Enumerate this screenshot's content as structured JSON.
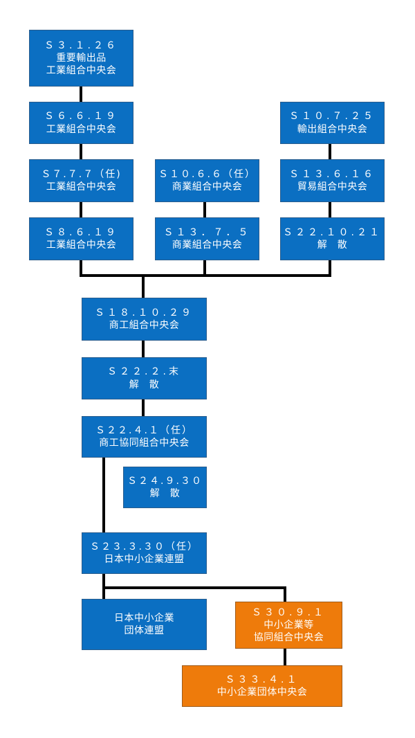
{
  "boxes": {
    "b_s3_1_26": {
      "line1": "Ｓ３.１.２６",
      "line2": "重要輸出品",
      "line3": "工業組合中央会"
    },
    "b_s6_6_19": {
      "line1": "Ｓ６.６.１９",
      "line2": "工業組合中央会"
    },
    "b_s7_7_7": {
      "line1": "Ｓ７.７.７（任)",
      "line2": "工業組合中央会"
    },
    "b_s8_6_19": {
      "line1": "Ｓ８.６.１９",
      "line2": "工業組合中央会"
    },
    "b_s10_6_6": {
      "line1": "Ｓ１０.６.６（任）",
      "line2": "商業組合中央会"
    },
    "b_s13_7_5": {
      "line1": "Ｓ１３．７．５",
      "line2": "商業組合中央会"
    },
    "b_s10_7_25": {
      "line1": "Ｓ１０.７.２５",
      "line2": "輸出組合中央会"
    },
    "b_s13_6_16": {
      "line1": "Ｓ１３.６.１６",
      "line2": "貿易組合中央会"
    },
    "b_s22_10_21": {
      "line1": "Ｓ２２.１０.２１",
      "line2": "解　散"
    },
    "b_s18_10_29": {
      "line1": "Ｓ１８.１０.２９",
      "line2": "商工組合中央会"
    },
    "b_s22_2_end": {
      "line1": "Ｓ２２.２.末",
      "line2": "解　散"
    },
    "b_s22_4_1": {
      "line1": "Ｓ２２.４.１（任）",
      "line2": "商工協同組合中央会"
    },
    "b_s24_9_30": {
      "line1": "Ｓ２４.９.３０",
      "line2": "解　散"
    },
    "b_s23_3_30": {
      "line1": "Ｓ２３.３.３０（任）",
      "line2": "日本中小企業連盟"
    },
    "b_nihon_dantai": {
      "line1": "日本中小企業",
      "line2": "団体連盟"
    },
    "b_s30_9_1": {
      "line1": "Ｓ３０.９.１",
      "line2": "中小企業等",
      "line3": "協同組合中央会"
    },
    "b_s33_4_1": {
      "line1": "Ｓ３３.４.１",
      "line2": "中小企業団体中央会"
    }
  },
  "colors": {
    "blue": "#0b6fc2",
    "orange": "#ee7b0b",
    "connector": "#000000"
  }
}
